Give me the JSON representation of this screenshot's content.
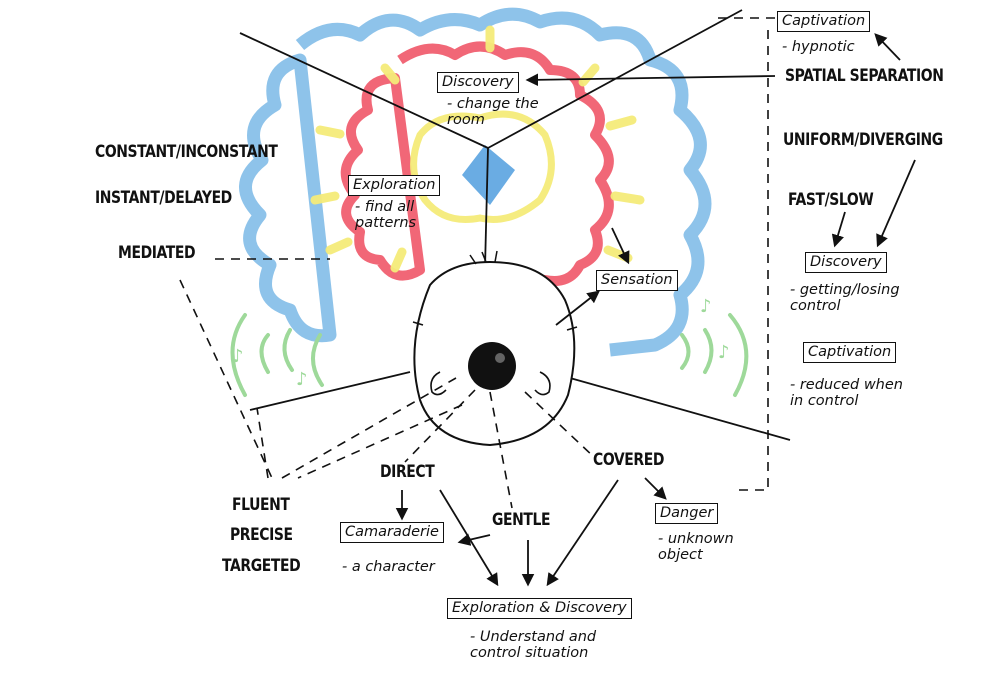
{
  "modalities": {
    "constant": "CONSTANT/INCONSTANT",
    "instant": "INSTANT/DELAYED",
    "mediated": "MEDIATED"
  },
  "qualities": {
    "fluent": "FLUENT",
    "precise": "PRECISE",
    "targeted": "TARGETED"
  },
  "inner": {
    "discovery_box": "Discovery",
    "discovery_sub": "- change the\nroom",
    "exploration_box": "Exploration",
    "exploration_sub": "- find all\npatterns",
    "sensation_box": "Sensation"
  },
  "right_panel": {
    "captivation_box": "Captivation",
    "captivation_sub": "- hypnotic",
    "spatial": "SPATIAL SEPARATION",
    "uniform": "UNIFORM/DIVERGING",
    "fast": "FAST/SLOW",
    "discovery_box": "Discovery",
    "discovery_sub": "- getting/losing\ncontrol",
    "captivation2_box": "Captivation",
    "captivation2_sub": "- reduced when\nin control"
  },
  "bottom": {
    "direct": "DIRECT",
    "gentle": "GENTLE",
    "covered": "COVERED",
    "camaraderie_box": "Camaraderie",
    "camaraderie_sub": "- a character",
    "danger_box": "Danger",
    "danger_sub": "- unknown\nobject",
    "explore_box": "Exploration & Discovery",
    "explore_sub": "- Understand and\ncontrol situation"
  },
  "colors": {
    "blue": "#7ab8e6",
    "red": "#f05668",
    "yellow": "#f5ec7a",
    "green": "#9ed99a",
    "ink": "#111111"
  }
}
